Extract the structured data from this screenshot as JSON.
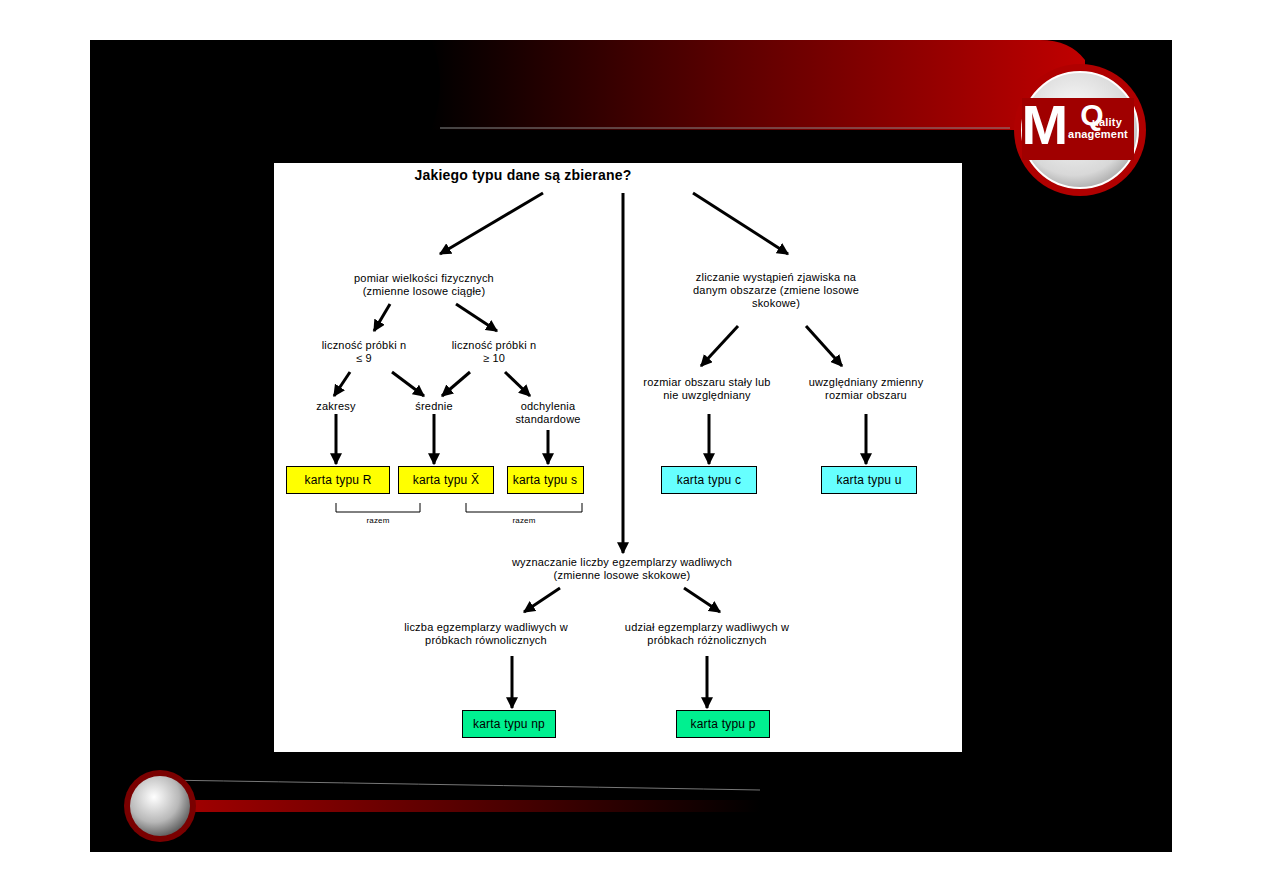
{
  "diagram": {
    "title": "Jakiego typu dane są zbierane?",
    "nodes": [
      {
        "text": [
          "karta typu R"
        ]
      },
      {
        "text": [
          "karta typu X̄"
        ]
      },
      {
        "text": [
          "karta typu s"
        ]
      },
      {
        "text": [
          "karta typu c"
        ]
      },
      {
        "text": [
          "karta typu u"
        ]
      },
      {
        "text": [
          "karta typu np"
        ]
      },
      {
        "text": [
          "karta typu p"
        ]
      }
    ],
    "labels": [
      "M",
      "Q",
      "uality",
      "anagement",
      "pomiar wielkości fizycznych (zmienne losowe ciągłe)",
      "zliczanie wystąpień zjawiska na danym obszarze (zmiene losowe skokowe)",
      "liczność próbki n ≤ 9",
      "liczność próbki n ≥ 10",
      "rozmiar obszaru stały lub nie uwzględniany",
      "uwzględniany zmienny rozmiar obszaru",
      "zakresy",
      "średnie",
      "odchylenia standardowe",
      "razem",
      "razem",
      "wyznaczanie liczby egzemplarzy wadliwych (zmienne losowe skokowe)",
      "liczba egzemplarzy wadliwych w próbkach równolicznych",
      "udział egzemplarzy wadliwych w próbkach różnolicznych"
    ]
  }
}
